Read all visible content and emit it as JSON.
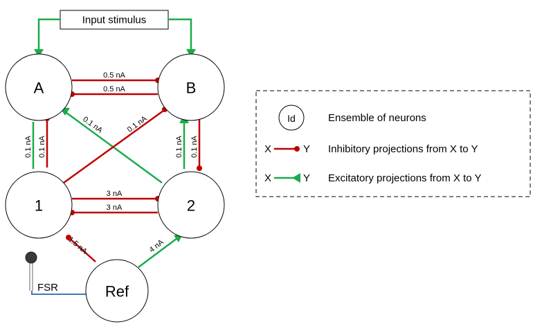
{
  "input_box": {
    "label": "Input stimulus"
  },
  "nodes": {
    "a": "A",
    "b": "B",
    "n1": "1",
    "n2": "2",
    "ref": "Ref"
  },
  "sensor": {
    "label": "FSR"
  },
  "weights": {
    "a_b_top": "0.5 nA",
    "b_a_bottom": "0.5 nA",
    "n1_a_outer": "0.1 nA",
    "a_n1_inner": "0.1 nA",
    "b_n2_inner": "0.1 nA",
    "n2_b_outer": "0.1 nA",
    "n2_a_diag": "0.1 nA",
    "n1_b_diag": "0.1 nA",
    "n1_n2_top": "3 nA",
    "n2_n1_bottom": "3 nA",
    "ref_n1": "1.5 nA",
    "ref_n2": "4 nA"
  },
  "legend": {
    "id_circle": "Id",
    "ensemble": "Ensemble of neurons",
    "x": "X",
    "y": "Y",
    "inhibitory": "Inhibitory projections from X to Y",
    "excitatory": "Excitatory projections from X to Y"
  },
  "colors": {
    "inhibitory": "#c00000",
    "excitatory": "#1aab4a",
    "sensor_wire": "#4472c4"
  }
}
